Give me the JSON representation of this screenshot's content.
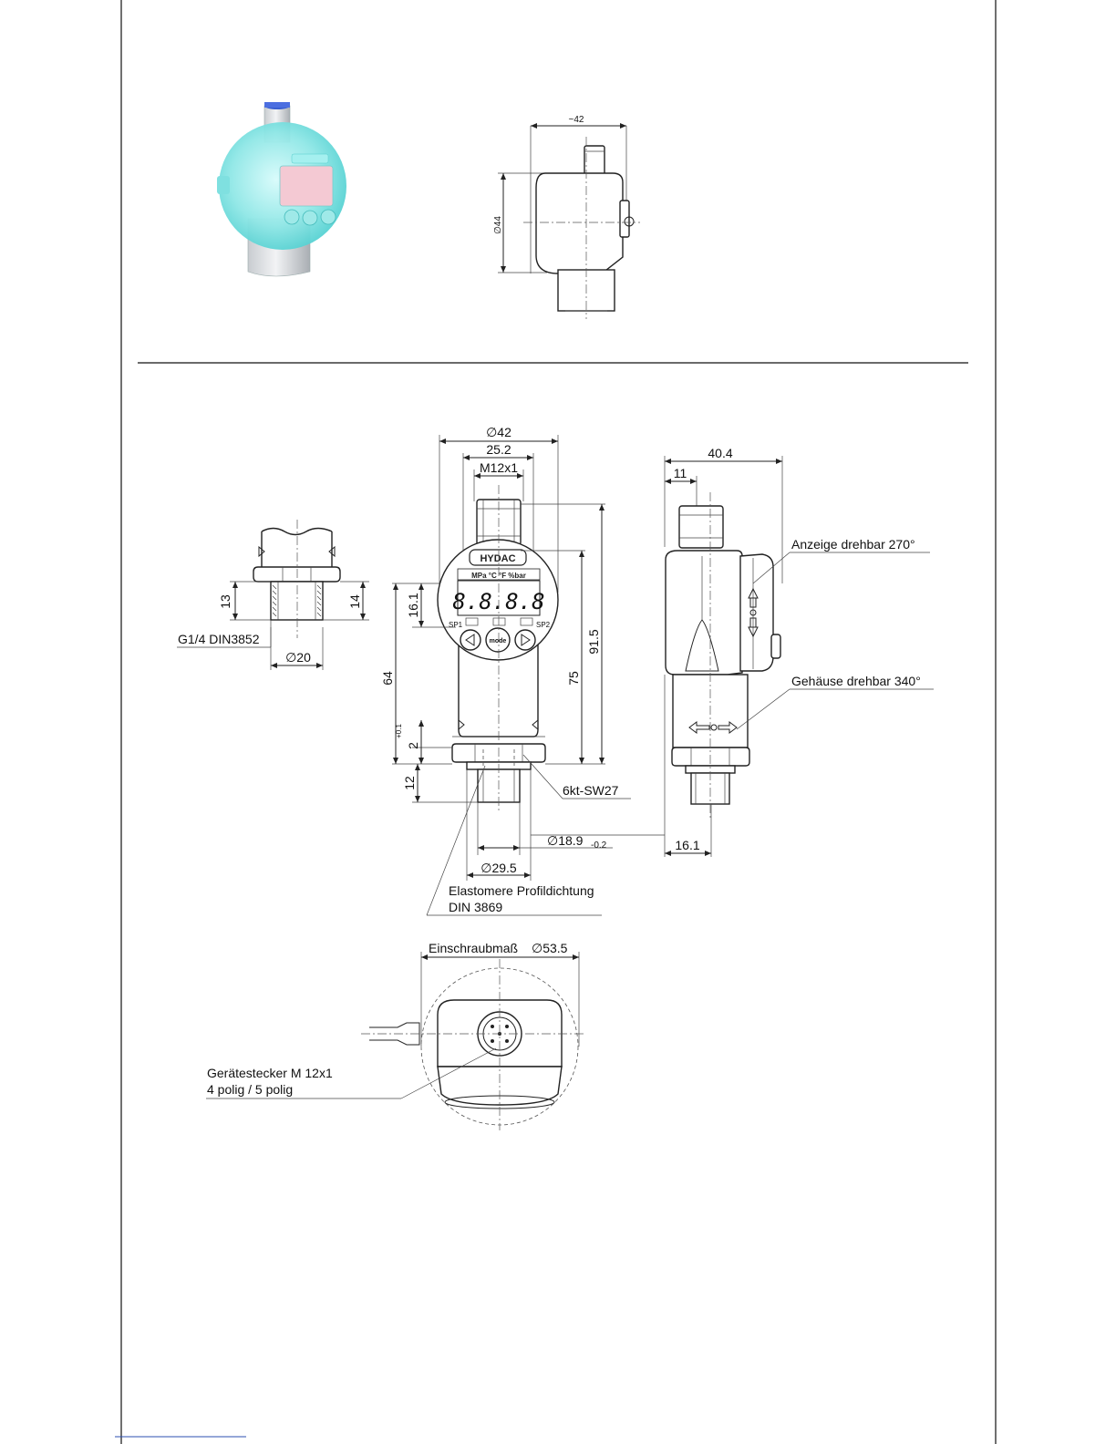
{
  "side_view_small": {
    "dim_width": "~42",
    "dim_diameter": "∅44"
  },
  "front_view": {
    "dim_d42": "∅42",
    "dim_25_2": "25.2",
    "dim_m12x1": "M12x1",
    "dim_16_1": "16.1",
    "dim_64": "64",
    "dim_75": "75",
    "dim_91_5": "91.5",
    "dim_2": "2",
    "dim_tol_plus": "+0.1",
    "dim_12": "12",
    "label_hex": "6kt-SW27",
    "dim_d18_9": "∅18.9",
    "dim_d18_9_tol": "-0.2",
    "dim_d29_5": "∅29.5",
    "label_seal_line1": "Elastomere Profildichtung",
    "label_seal_line2": "DIN 3869",
    "display_brand": "HYDAC",
    "display_units": "MPa °C °F %bar",
    "display_digits": "8.8.8.8",
    "display_sp1": "SP1",
    "display_sp2": "SP2",
    "display_mode": "mode"
  },
  "thread_detail": {
    "dim_13": "13",
    "dim_14": "14",
    "label_thread": "G1/4 DIN3852",
    "dim_d20": "∅20"
  },
  "side_view": {
    "dim_40_4": "40.4",
    "dim_11": "11",
    "label_display_rotatable": "Anzeige drehbar 270°",
    "label_housing_rotatable": "Gehäuse drehbar 340°",
    "dim_16_1": "16.1"
  },
  "bottom_view": {
    "label_screw_in": "Einschraubmaß",
    "dim_d53_5": "∅53.5",
    "label_connector_line1": "Gerätestecker M 12x1",
    "label_connector_line2": "4 polig / 5 polig"
  }
}
